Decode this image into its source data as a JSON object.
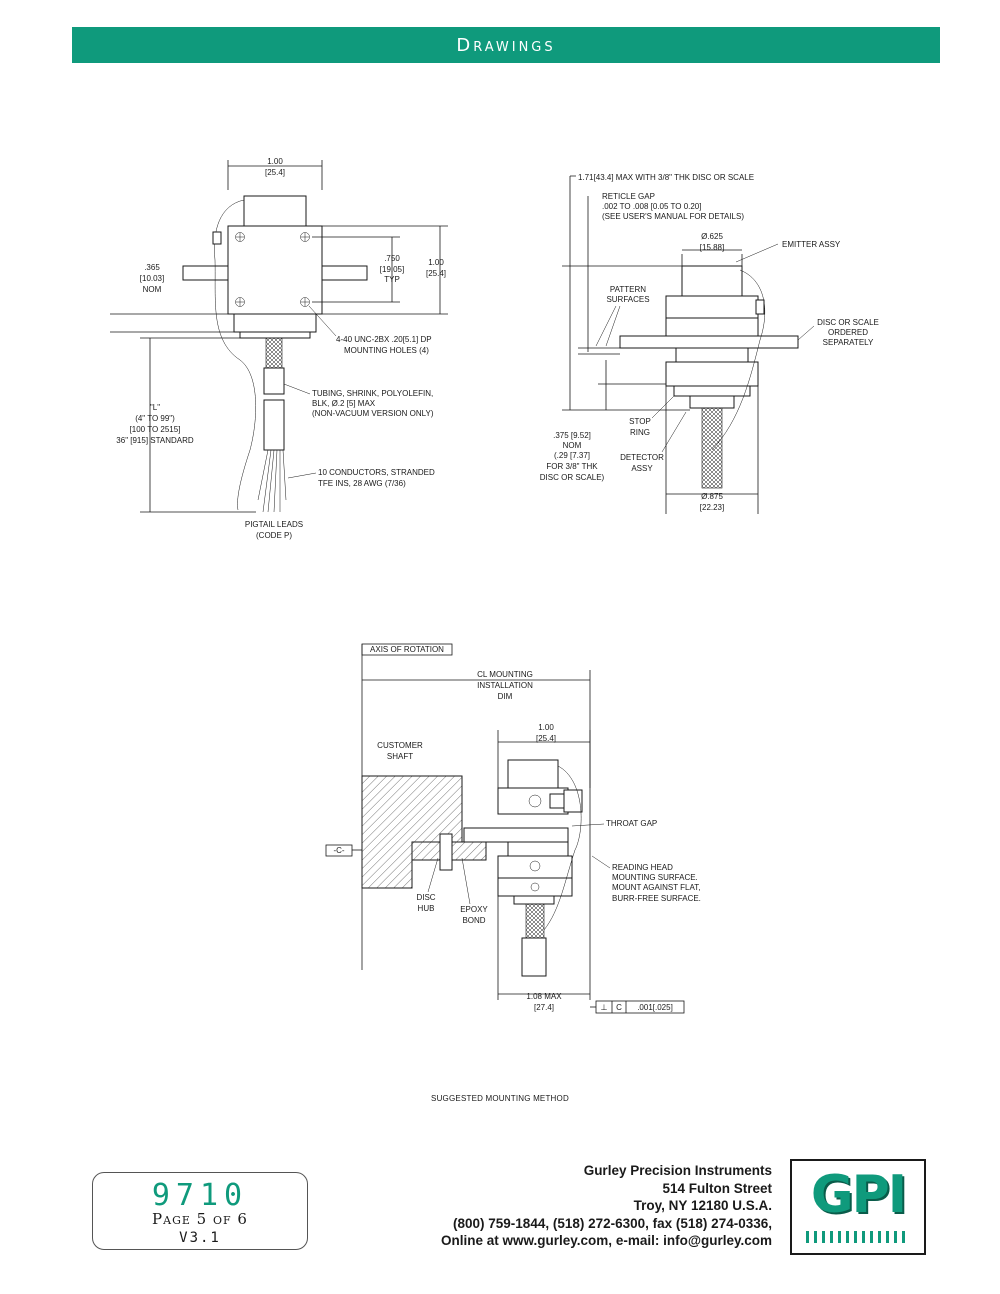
{
  "header": {
    "title": "Drawings"
  },
  "drawing1": {
    "width_dim": "1.00",
    "width_dim_mm": "[25.4]",
    "left_dim": ".365",
    "left_dim_mm": "[10.03]",
    "left_dim_note": "NOM",
    "hole_dim": ".750",
    "hole_dim_mm": "[19.05]",
    "hole_dim_note": "TYP",
    "height_dim": "1.00",
    "height_dim_mm": "[25.4]",
    "holes_line1": "4-40 UNC-2BX .20[5.1] DP",
    "holes_line2": "MOUNTING HOLES (4)",
    "tubing_line1": "TUBING, SHRINK, POLYOLEFIN,",
    "tubing_line2": "BLK, Ø.2 [5] MAX",
    "tubing_line3": "(NON-VACUUM VERSION ONLY)",
    "length_line1": "\"L\"",
    "length_line2": "(4\" TO 99\")",
    "length_line3": "[100 TO 2515]",
    "length_line4": "36\" [915] STANDARD",
    "cond_line1": "10 CONDUCTORS, STRANDED",
    "cond_line2": "TFE INS, 28 AWG (7/36)",
    "pigtail_line1": "PIGTAIL LEADS",
    "pigtail_line2": "(CODE P)"
  },
  "drawing2": {
    "max_dim": "1.71[43.4] MAX WITH 3/8\" THK DISC OR SCALE",
    "reticle_line1": "RETICLE GAP",
    "reticle_line2": ".002 TO .008 [0.05 TO 0.20]",
    "reticle_line3": "(SEE USER'S MANUAL FOR DETAILS)",
    "dia_top": "Ø.625",
    "dia_top_mm": "[15.88]",
    "emitter": "EMITTER ASSY",
    "pattern_line1": "PATTERN",
    "pattern_line2": "SURFACES",
    "disc_line1": "DISC OR SCALE",
    "disc_line2": "ORDERED",
    "disc_line3": "SEPARATELY",
    "stop_line1": "STOP",
    "stop_line2": "RING",
    "nom_line1": ".375 [9.52]",
    "nom_line2": "NOM",
    "nom_line3": "(.29 [7.37]",
    "nom_line4": "FOR 3/8\" THK",
    "nom_line5": "DISC OR SCALE)",
    "detector_line1": "DETECTOR",
    "detector_line2": "ASSY",
    "dia_bottom": "Ø.875",
    "dia_bottom_mm": "[22.23]"
  },
  "drawing3": {
    "axis": "AXIS OF ROTATION",
    "cl_line1": "CL MOUNTING",
    "cl_line2": "INSTALLATION",
    "cl_line3": "DIM",
    "width_dim": "1.00",
    "width_dim_mm": "[25.4]",
    "shaft_line1": "CUSTOMER",
    "shaft_line2": "SHAFT",
    "throat": "THROAT GAP",
    "datum": "-C-",
    "reading_line1": "READING HEAD",
    "reading_line2": "MOUNTING SURFACE.",
    "reading_line3": "MOUNT AGAINST FLAT,",
    "reading_line4": "BURR-FREE SURFACE.",
    "hub_line1": "DISC",
    "hub_line2": "HUB",
    "epoxy_line1": "EPOXY",
    "epoxy_line2": "BOND",
    "max_dim": "1.08 MAX",
    "max_dim_mm": "[27.4]",
    "tol_symbol": "⊥",
    "tol_datum": "C",
    "tol_value": ".001[.025]"
  },
  "caption": "SUGGESTED MOUNTING METHOD",
  "footer": {
    "model": "9710",
    "page": "Page 5 of 6",
    "version": "V3.1",
    "company": "Gurley Precision Instruments",
    "street": "514 Fulton Street",
    "city": "Troy, NY 12180 U.S.A.",
    "phone": "(800) 759-1844, (518) 272-6300, fax (518) 274-0336,",
    "online": "Online at www.gurley.com, e-mail: info@gurley.com",
    "logo": "GPI"
  }
}
